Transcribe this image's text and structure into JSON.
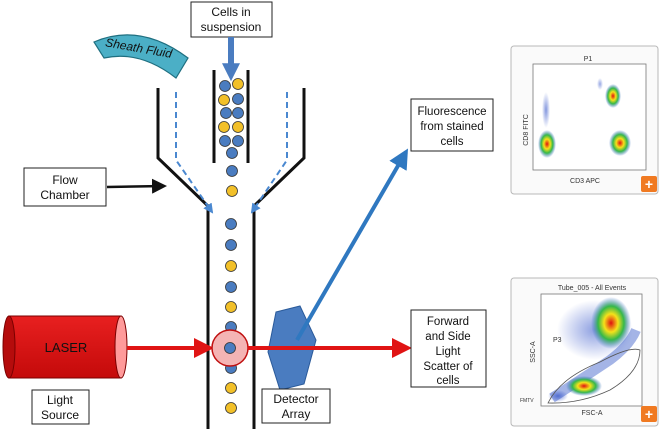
{
  "labels": {
    "cells_line1": "Cells in",
    "cells_line2": "suspension",
    "sheath_fluid": "Sheath Fluid",
    "flow_line1": "Flow",
    "flow_line2": "Chamber",
    "laser": "LASER",
    "light_line1": "Light",
    "light_line2": "Source",
    "detector_line1": "Detector",
    "detector_line2": "Array",
    "fluor_line1": "Fluorescence",
    "fluor_line2": "from stained",
    "fluor_line3": "cells",
    "scatter_line1": "Forward",
    "scatter_line2": "and Side",
    "scatter_line3": "Light",
    "scatter_line4": "Scatter of",
    "scatter_line5": "cells"
  },
  "plot_top": {
    "title": "P1",
    "ylabel": "CD8 FITC",
    "xlabel": "CD3 APC",
    "expand_icon": "+"
  },
  "plot_bottom": {
    "title": "Tube_005 - All Events",
    "ylabel": "SSC-A",
    "xlabel": "FSC-A",
    "gate_label": "P3",
    "corner_label": "FMTV",
    "expand_icon": "+"
  },
  "colors": {
    "blue_cell": "#4a7cc0",
    "yellow_cell": "#f2c029",
    "laser_red": "#e01414",
    "detector_blue": "#4a7cc0",
    "fluor_arrow": "#2f78c0",
    "sheath_teal": "#4bafc6",
    "expand_orange": "#f07a22"
  }
}
